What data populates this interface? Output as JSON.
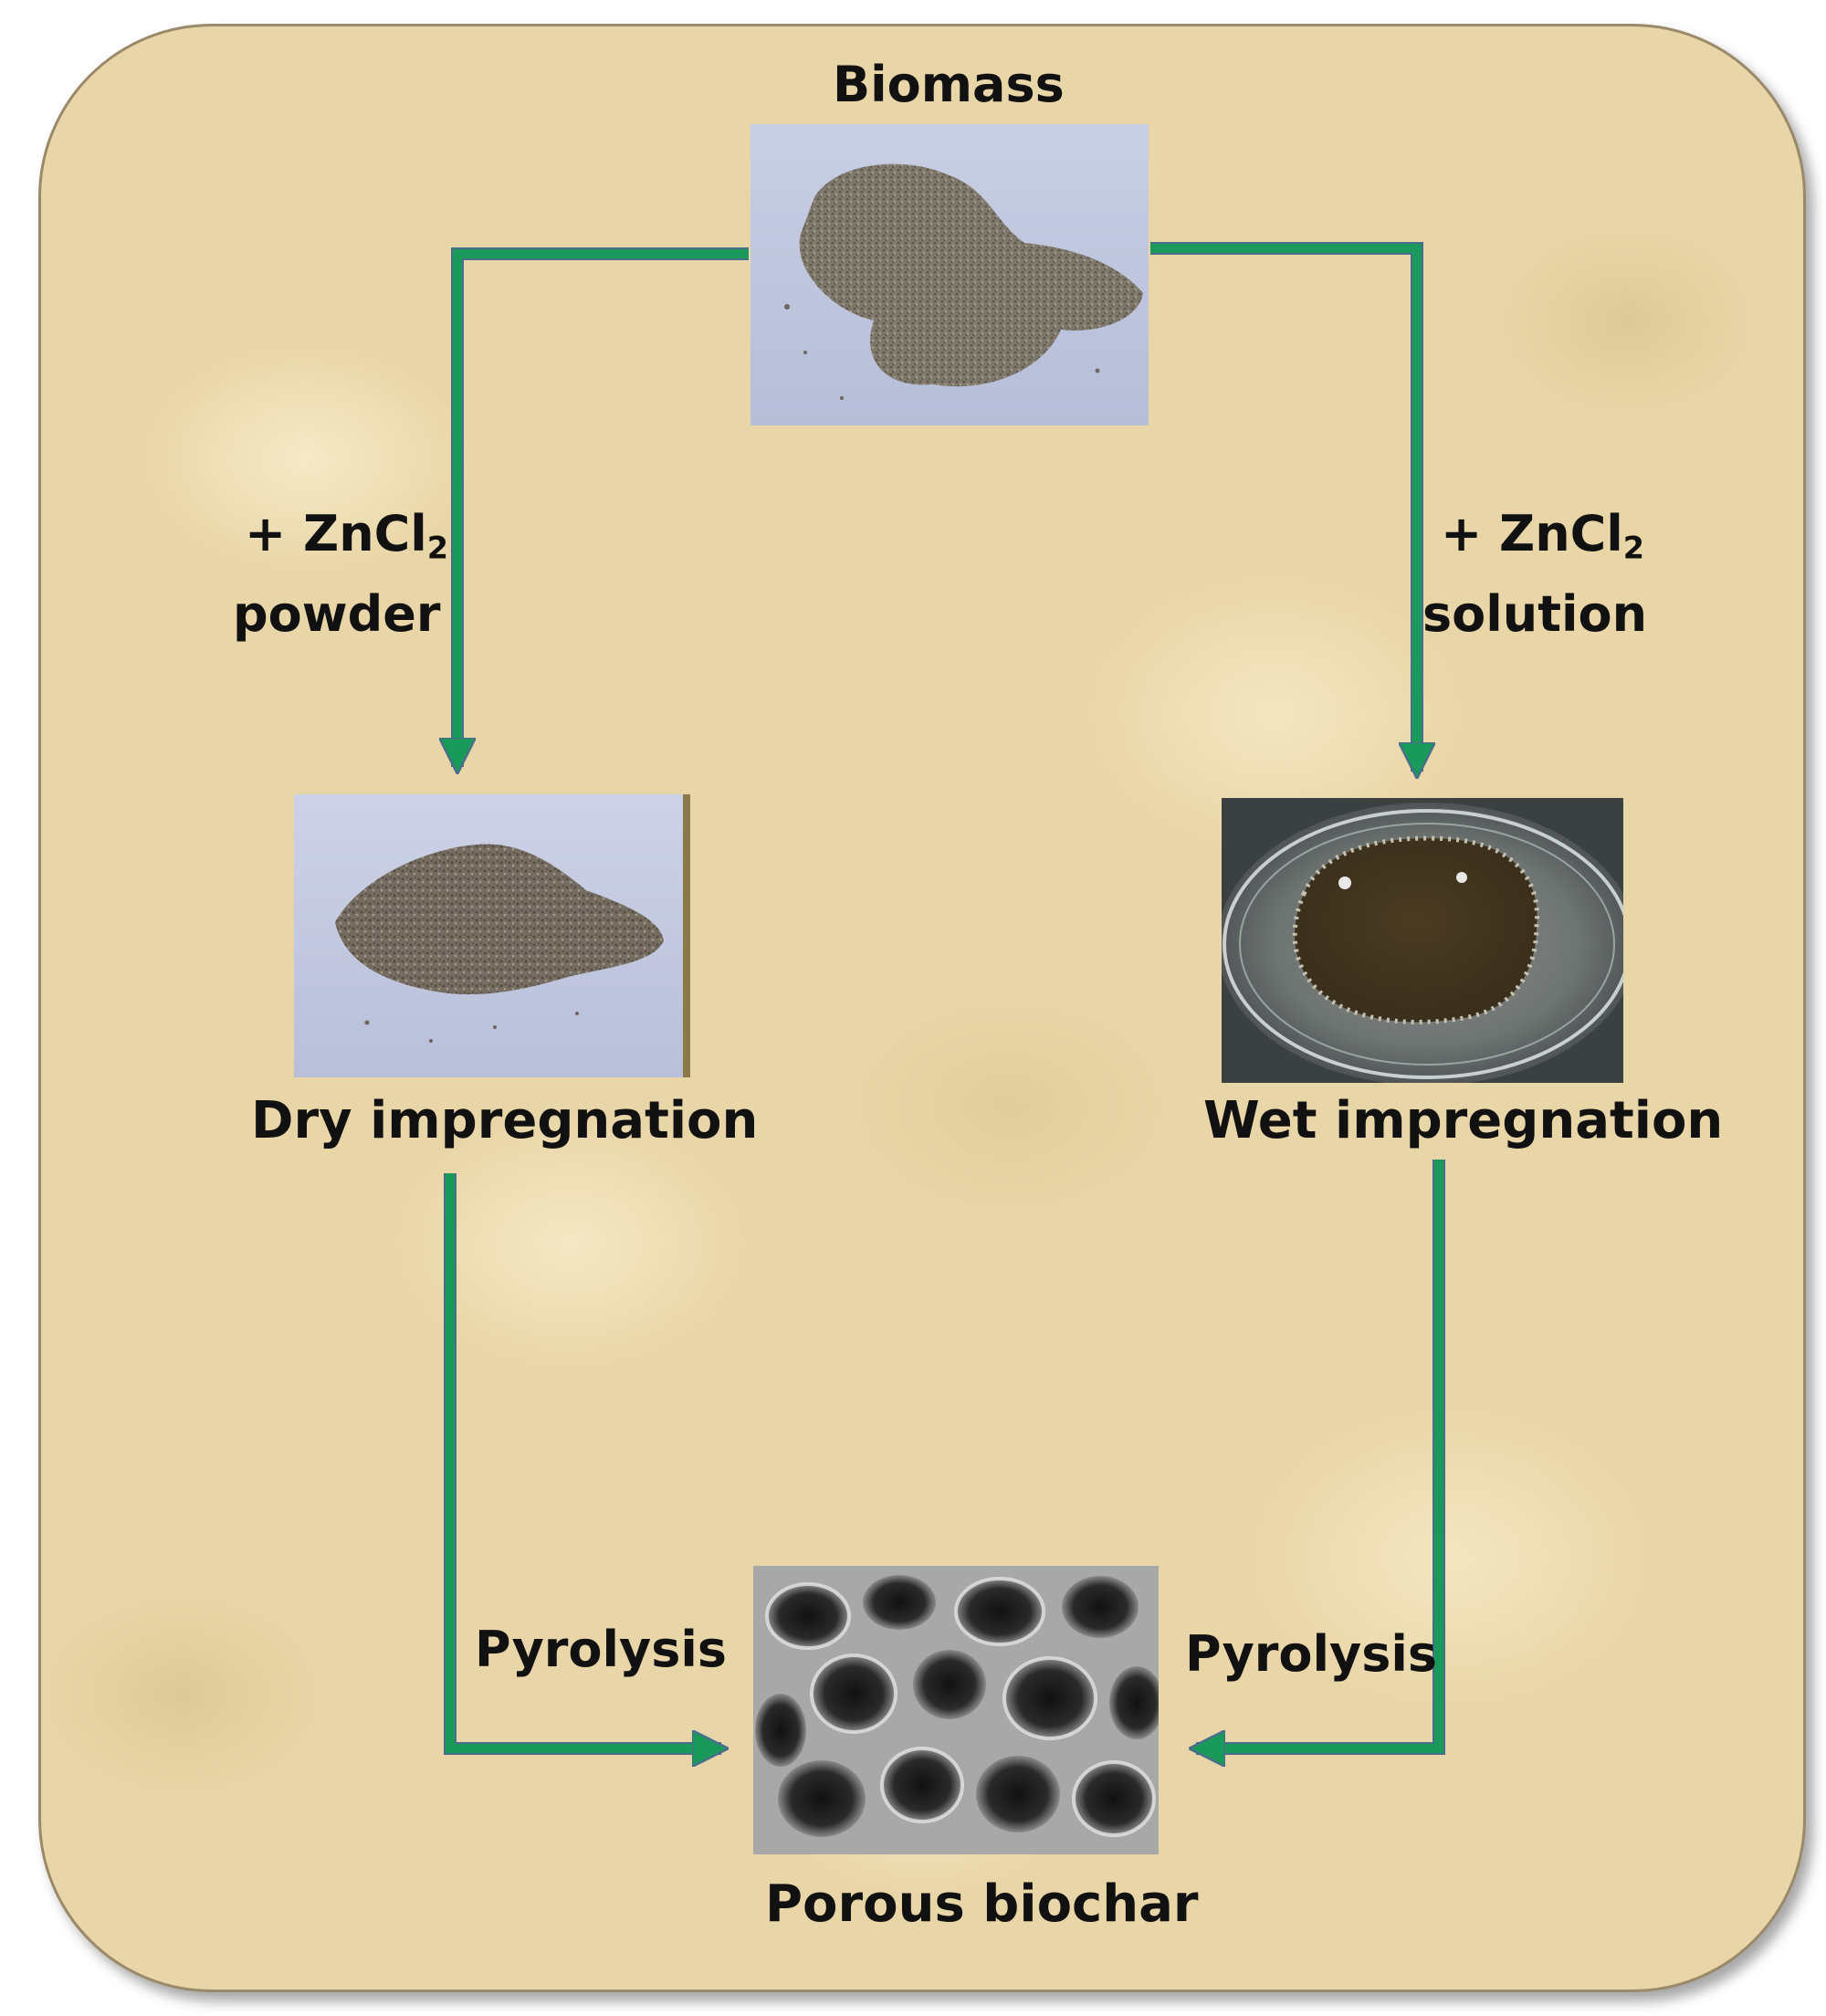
{
  "nodes": {
    "biomass": "Biomass",
    "dry": "Dry impregnation",
    "wet": "Wet impregnation",
    "biochar": "Porous biochar"
  },
  "edges": {
    "left_reagent_prefix": "+ ZnCl",
    "left_reagent_sub": "2",
    "left_reagent_form": "powder",
    "right_reagent_prefix": "+ ZnCl",
    "right_reagent_sub": "2",
    "right_reagent_form": "solution",
    "left_process": "Pyrolysis",
    "right_process": "Pyrolysis"
  },
  "colors": {
    "arrow": "#1a9a5a",
    "arrow_outline": "#4a6e8a",
    "panel": "#e9d6a8"
  }
}
